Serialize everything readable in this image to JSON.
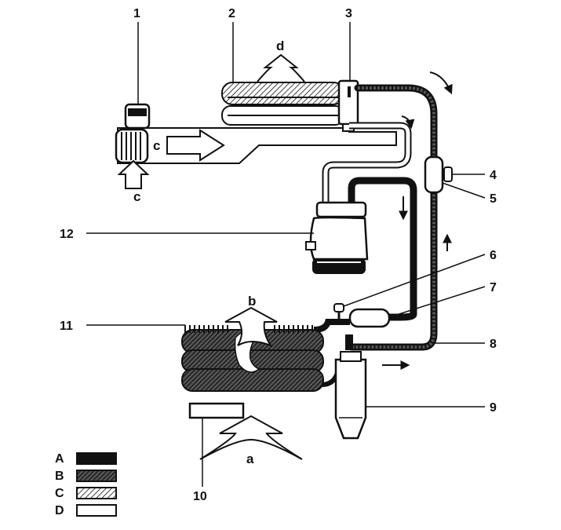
{
  "callouts": {
    "n1": "1",
    "n2": "2",
    "n3": "3",
    "n4": "4",
    "n5": "5",
    "n6": "6",
    "n7": "7",
    "n8": "8",
    "n9": "9",
    "n10": "10",
    "n11": "11",
    "n12": "12"
  },
  "flow_letters": {
    "a": "a",
    "b": "b",
    "c_top": "c",
    "c_bottom": "c",
    "d": "d"
  },
  "legend": [
    {
      "label": "A",
      "fill": "solid-black"
    },
    {
      "label": "B",
      "fill": "dense-hatch"
    },
    {
      "label": "C",
      "fill": "light-hatch"
    },
    {
      "label": "D",
      "fill": "white"
    }
  ],
  "colors": {
    "ink": "#111111",
    "paper": "#ffffff"
  }
}
